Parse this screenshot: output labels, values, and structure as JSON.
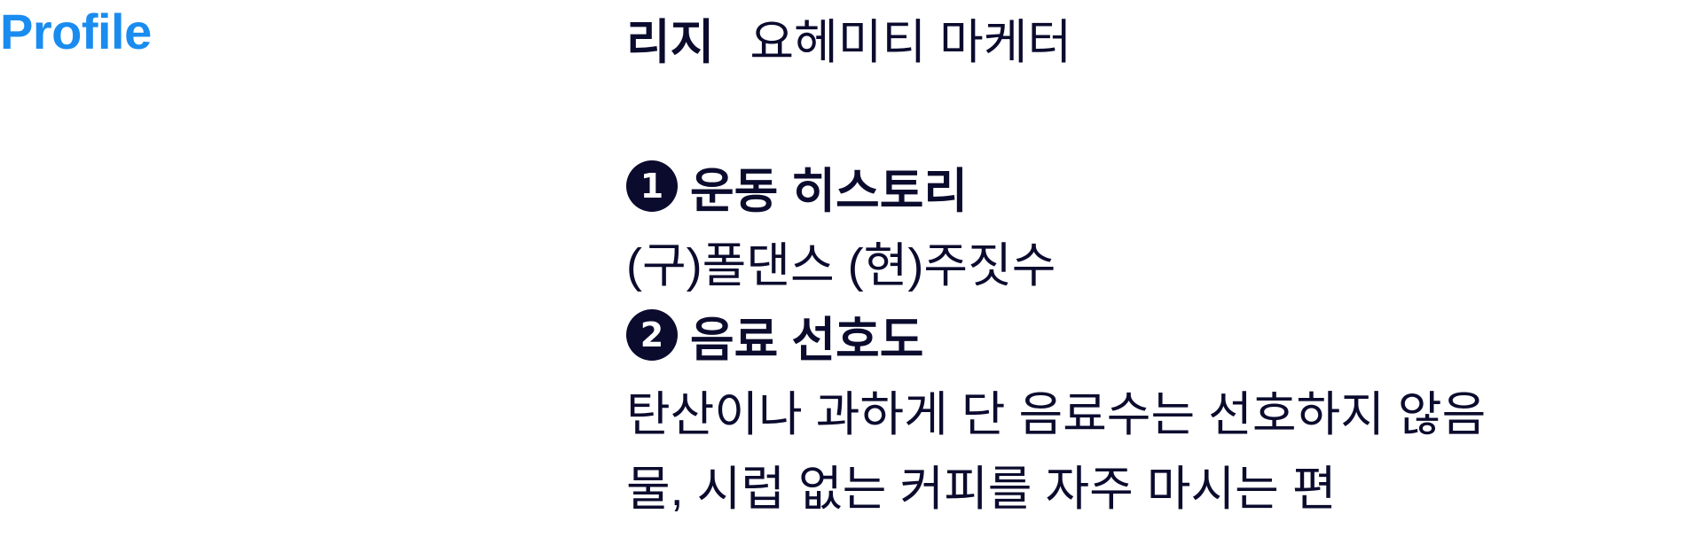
{
  "section": {
    "label": "Profile"
  },
  "profile": {
    "name": "리지",
    "role": "요헤미티 마케터"
  },
  "items": [
    {
      "number": "1",
      "heading": "운동 히스토리",
      "lines": [
        "(구)폴댄스 (현)주짓수"
      ]
    },
    {
      "number": "2",
      "heading": "음료 선호도",
      "lines": [
        "탄산이나 과하게 단 음료수는 선호하지 않음",
        "물, 시럽 없는 커피를 자주 마시는 편"
      ]
    }
  ],
  "colors": {
    "accent": "#1a8cf0",
    "text": "#0b0b2e",
    "background": "#ffffff"
  }
}
